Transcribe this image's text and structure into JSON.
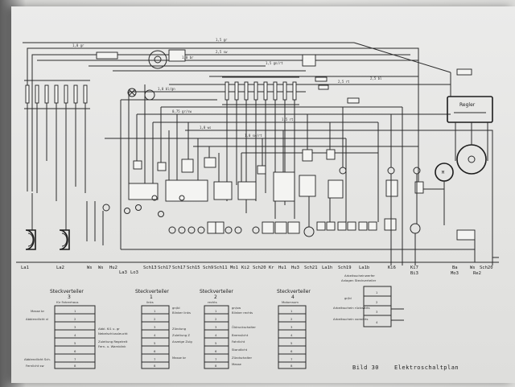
{
  "caption": {
    "bild": "Bild 30",
    "title": "Elektroschaltplan"
  },
  "components": {
    "left": [
      "La1",
      "La2",
      "Ws",
      "Ws",
      "Hu2",
      "La3",
      "Lo3",
      "Sch13",
      "Sch17",
      "Sch17",
      "Sch15",
      "Sch9",
      "Sch11"
    ],
    "middle": [
      "Mo1",
      "Ki2",
      "Sch20",
      "Kr",
      "Hu1",
      "Hu3",
      "Sch21",
      "La1h",
      "Sch19",
      "La1b"
    ],
    "right": [
      "Ki6",
      "Ki7",
      "Ba",
      "Ws",
      "Sch20",
      "Mo3",
      "Re2",
      "Bi3"
    ]
  },
  "regler": "Regler",
  "wire_gauges": [
    "1,0 gr",
    "1,5 gr",
    "2,5 sw",
    "1,5 gn/rt",
    "1,0 br",
    "2,5 rt",
    "1,0 bl/gn",
    "0,75 gr/sw",
    "1,5 rt",
    "2,5 bl",
    "1,0 ws",
    "1,0 sw/rt"
  ],
  "connectors": [
    {
      "title": "Steckverteiler",
      "number": "3",
      "sub": "für Fahrerhaus",
      "rows": [
        "1",
        "2",
        "3",
        "4",
        "5",
        "6",
        "7",
        "8"
      ],
      "notes_right": [
        "Abbl. Ki1 u. gr",
        "Nebelschlussleucht",
        "Zuleitung Regelrelt",
        "Fern- u. Warnblink"
      ],
      "notes_left": [
        "Masse br",
        "Abblendlicht vl",
        "Abblendlicht Sch.",
        "Fernlicht sw"
      ]
    },
    {
      "title": "Steckverteiler",
      "number": "1",
      "sub": "links",
      "rows": [
        "1",
        "2",
        "3",
        "4",
        "5",
        "6",
        "7",
        "8"
      ],
      "notes_right": [
        "gn/bl",
        "Blinker links",
        "Zündung",
        "Zuleitung Z",
        "Anzeige Zulg",
        "Masse br"
      ]
    },
    {
      "title": "Steckverteiler",
      "number": "2",
      "sub": "rechts",
      "rows": [
        "1",
        "2",
        "3",
        "4",
        "5",
        "6",
        "7",
        "8"
      ],
      "notes_right": [
        "gn/sw",
        "Blinker rechts",
        "Öldruckschalter",
        "Bremslicht",
        "Fahrlicht",
        "Standlicht",
        "Zündschalter",
        "Masse"
      ]
    },
    {
      "title": "Steckverteiler",
      "number": "4",
      "sub": "Motorraum",
      "rows": [
        "1",
        "2",
        "3",
        "4",
        "5",
        "6",
        "7",
        "8"
      ],
      "notes_right": []
    },
    {
      "title": "Arbeitsscheinwerfer",
      "number": "",
      "sub": "Anlagen Steckverteiler",
      "rows": [
        "1",
        "2",
        "3",
        "4"
      ],
      "notes_right": [
        "gr/bl",
        "Arbeitsschein rückwärts",
        "Arbeitsschein vorwärts"
      ]
    }
  ]
}
